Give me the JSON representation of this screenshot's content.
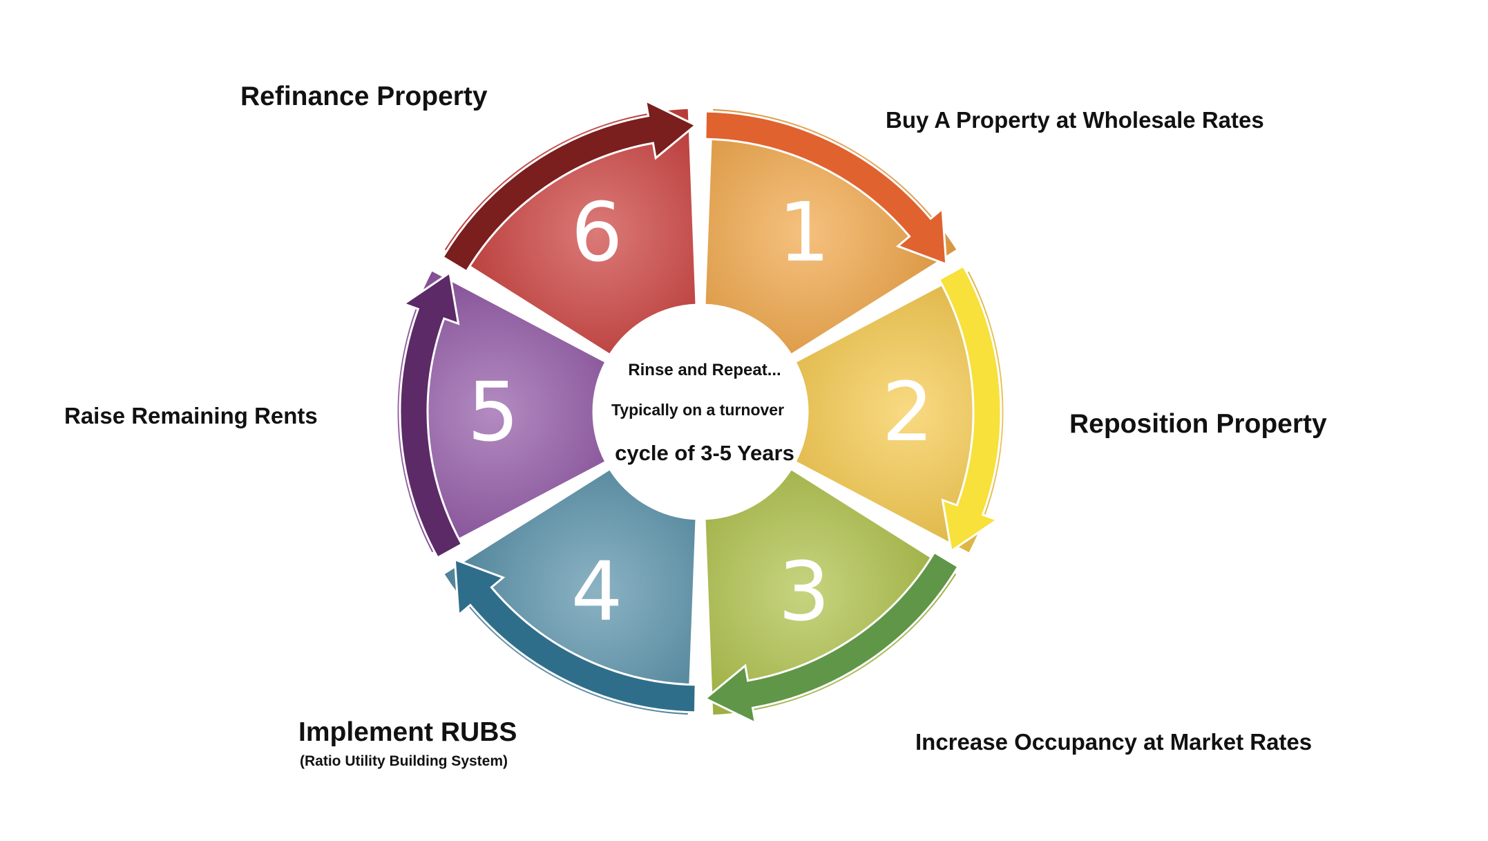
{
  "center": {
    "line1": "Rinse and Repeat...",
    "line2": "Typically on a turnover",
    "line3": "cycle of 3-5 Years"
  },
  "steps": [
    {
      "number": "1",
      "label": "Buy A Property at Wholesale Rates",
      "color": "#f0a03a",
      "arrow_color": "#e0622f"
    },
    {
      "number": "2",
      "label": "Reposition Property",
      "color": "#f6c640",
      "arrow_color": "#f7e13a"
    },
    {
      "number": "3",
      "label": "Increase Occupancy at Market Rates",
      "color": "#a9bd3c",
      "arrow_color": "#5f9648"
    },
    {
      "number": "4",
      "label": "Implement RUBS",
      "sublabel": "(Ratio Utility Building System)",
      "color": "#4d8aa4",
      "arrow_color": "#2f6e8a"
    },
    {
      "number": "5",
      "label": "Raise Remaining Rents",
      "color": "#8a4c9f",
      "arrow_color": "#5c2a66"
    },
    {
      "number": "6",
      "label": "Refinance Property",
      "color": "#c83330",
      "arrow_color": "#7a1e1e"
    }
  ]
}
